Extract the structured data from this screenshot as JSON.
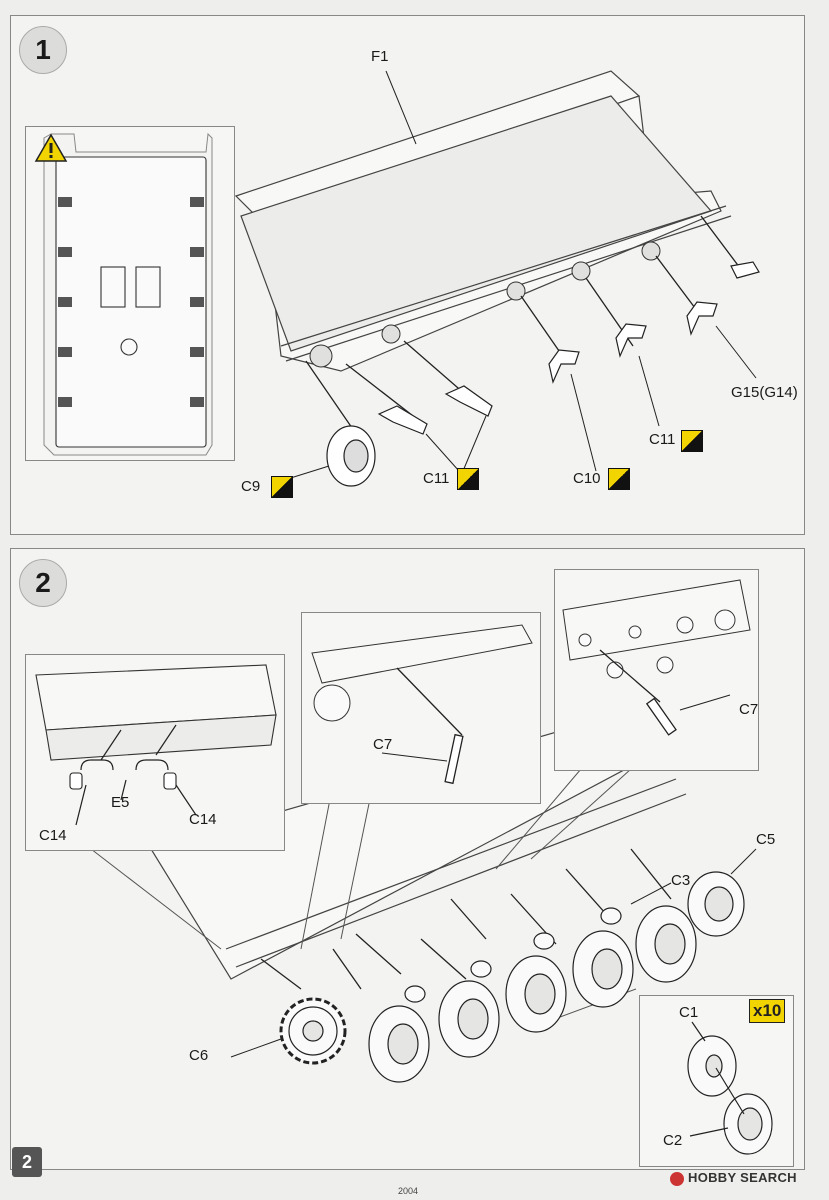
{
  "page": {
    "number": "2",
    "footer_code": "2004",
    "watermark": "HOBBY SEARCH"
  },
  "step1": {
    "badge": "1",
    "labels": {
      "f1": "F1",
      "g15": "G15(G14)",
      "c11a": "C11",
      "c11b": "C11",
      "c10": "C10",
      "c9": "C9"
    },
    "warning_icon": "warning-triangle-icon"
  },
  "step2": {
    "badge": "2",
    "labels": {
      "c7a": "C7",
      "c7b": "C7",
      "c5": "C5",
      "c3": "C3",
      "c6": "C6",
      "e5": "E5",
      "c14a": "C14",
      "c14b": "C14",
      "c1": "C1",
      "c2": "C2"
    },
    "multiplier": "x10"
  },
  "colors": {
    "paint_swatch_a": "#f2d400",
    "paint_swatch_b": "#111111"
  }
}
